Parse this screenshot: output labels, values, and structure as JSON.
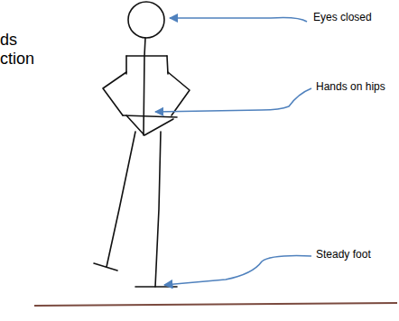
{
  "diagram": {
    "labels": [
      "ds",
      "ction",
      "Eyes closed",
      "Hands on hips",
      "Steady foot"
    ]
  }
}
